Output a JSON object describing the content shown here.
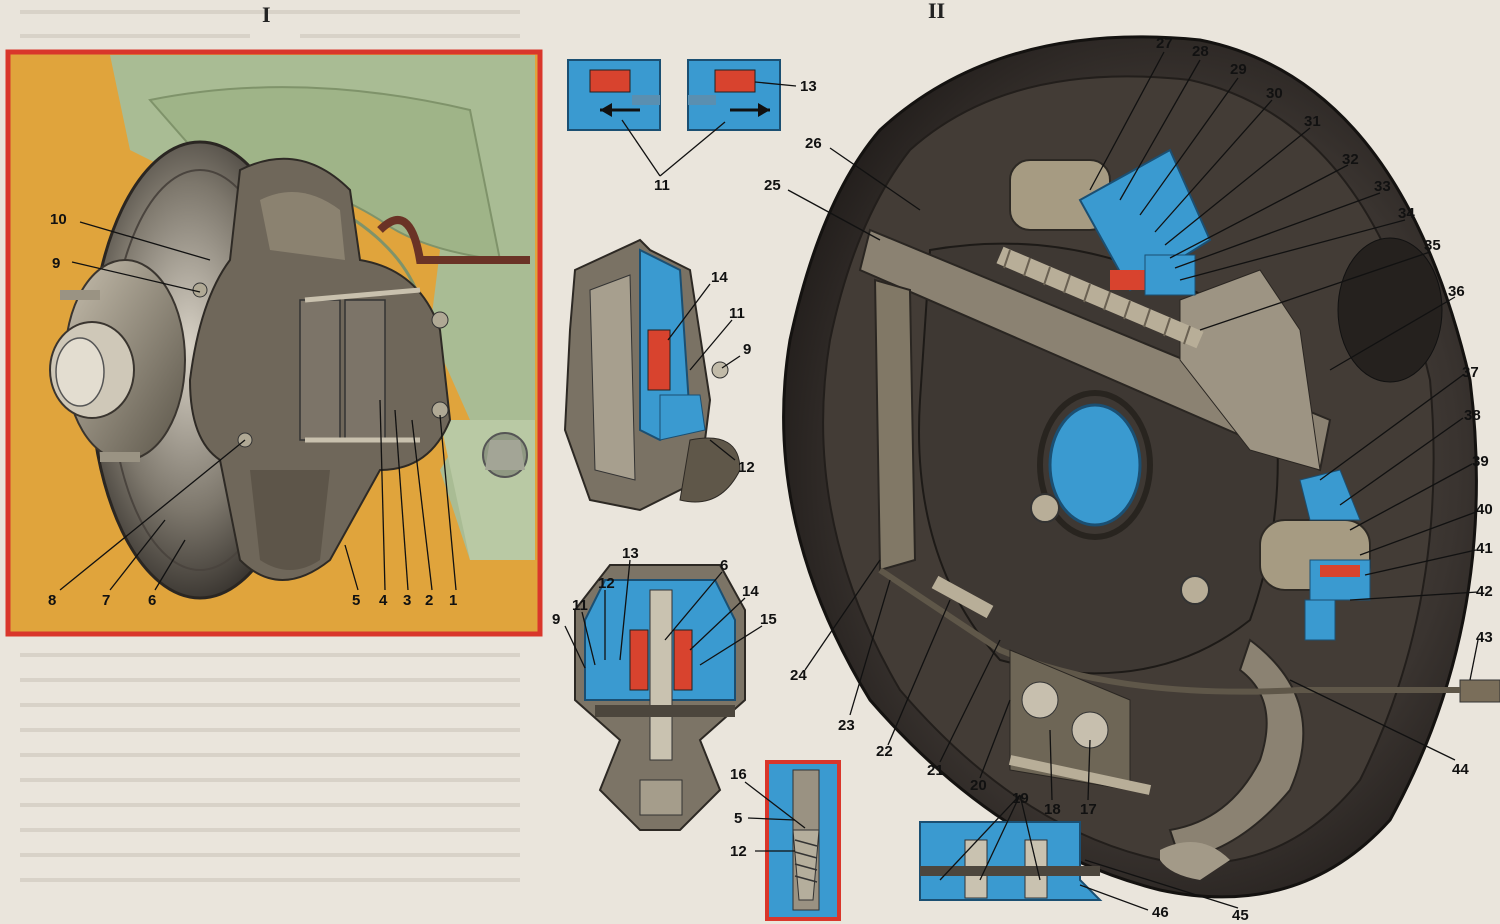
{
  "section_titles": {
    "front": "I",
    "rear": "II"
  },
  "callouts": {
    "front_assembly": [
      "1",
      "2",
      "3",
      "4",
      "5",
      "6",
      "7",
      "8",
      "9",
      "10"
    ],
    "piston_detail": [
      "11",
      "13"
    ],
    "caliper_side": [
      "14",
      "11",
      "9",
      "12"
    ],
    "caliper_section": [
      "13",
      "12",
      "11",
      "9",
      "6",
      "14",
      "15"
    ],
    "bleeder_inset": [
      "16",
      "5",
      "12"
    ],
    "rear_brake": [
      "27",
      "28",
      "29",
      "30",
      "31",
      "32",
      "33",
      "34",
      "35",
      "36",
      "26",
      "25",
      "37",
      "38",
      "39",
      "40",
      "41",
      "42",
      "43",
      "44",
      "24",
      "23",
      "22",
      "21",
      "20",
      "19",
      "18",
      "17",
      "45",
      "46"
    ]
  },
  "colors": {
    "frame_red": "#d9362b",
    "hydraulic_blue": "#3a9ad0",
    "seal_red": "#d8432e",
    "drum_dark": "#3b3632",
    "metal": "#8a8170",
    "background_ochre": "#e0a43c",
    "background_green": "#a9bc94"
  }
}
